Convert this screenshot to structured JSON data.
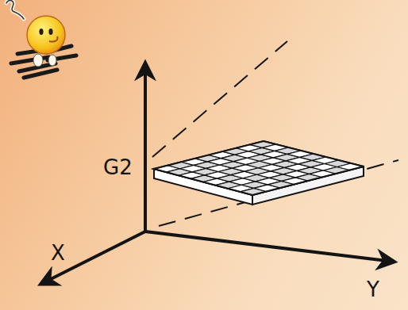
{
  "diagram": {
    "labels": [
      "G2",
      "X",
      "Y"
    ]
  }
}
